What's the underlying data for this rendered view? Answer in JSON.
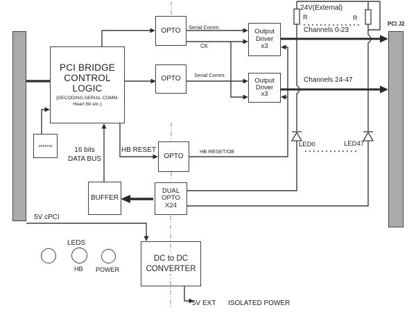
{
  "diagram": {
    "blocks": {
      "pci_bridge": {
        "line1": "PCI BRIDGE",
        "line2": "CONTROL",
        "line3": "LOGIC",
        "sub1": "(DECODING,SERIAL COMM.",
        "sub2": "Heart Bit etc.)"
      },
      "eeprom": "EEPROM",
      "opto1": "OPTO",
      "opto2": "OPTO",
      "opto3": "OPTO",
      "dual_opto": {
        "l1": "DUAL",
        "l2": "OPTO",
        "l3": "X24"
      },
      "buffer": "BUFFER",
      "output_driver1": {
        "l1": "Output",
        "l2": "Driver",
        "l3": "x3"
      },
      "output_driver2": {
        "l1": "Output",
        "l2": "Driver",
        "l3": "x3"
      },
      "dcdc": {
        "l1": "DC to DC",
        "l2": "CONVERTER"
      }
    },
    "labels": {
      "serial_comm_1": "Serial Comm.",
      "ck": "CK",
      "serial_comm_2": "Serial Comm.",
      "hb_reset": "HB RESET",
      "hb_reset_oe": "HB RESET/OE",
      "data_bus_line1": "16 bits",
      "data_bus_line2": "DATA BUS",
      "v24_external": "24V(External)",
      "r_left": "R",
      "r_right": "R",
      "channels_0_23": "Channels 0-23",
      "channels_24_47": "Channels 24-47",
      "pci_j2": "PCI J2",
      "led0": "LED0",
      "led47": "LED47",
      "v5_cpci": "5V cPCI",
      "leds": "LEDS",
      "hb": "HB",
      "power": "POWER",
      "v5_ext": "5V EXT",
      "isolated_power": "ISOLATED POWER"
    },
    "colors": {
      "line": "#3a3a3a",
      "connector_fill": "#ababab",
      "border": "#3f3f3f",
      "isolation_line": "#9a9a9a"
    }
  }
}
